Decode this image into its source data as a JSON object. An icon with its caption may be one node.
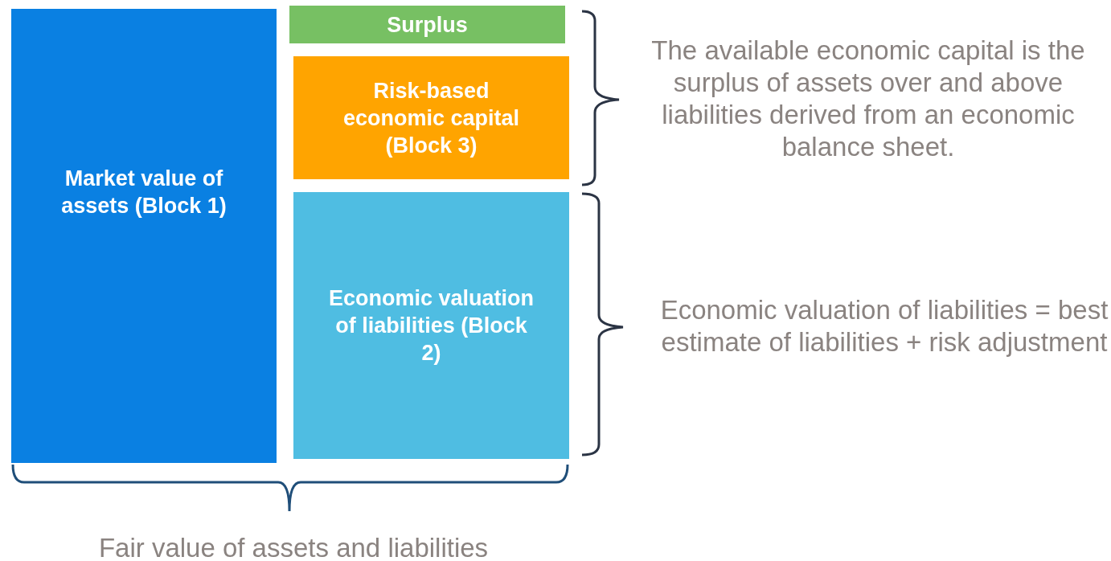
{
  "diagram": {
    "nodes": [
      {
        "text": [
          "Market value of assets (Block 1)"
        ]
      },
      {
        "text": [
          "Surplus"
        ]
      },
      {
        "text": [
          "Risk-based economic capital (Block 3)"
        ]
      },
      {
        "text": [
          "Economic valuation of liabilities (Block 2)"
        ]
      }
    ],
    "labels": [
      "The available economic capital is the surplus of assets over and above liabilities derived from an economic balance sheet.",
      "Economic valuation of liabilities = best estimate of liabilities + risk adjustment",
      "Fair value of assets and liabilities"
    ]
  }
}
